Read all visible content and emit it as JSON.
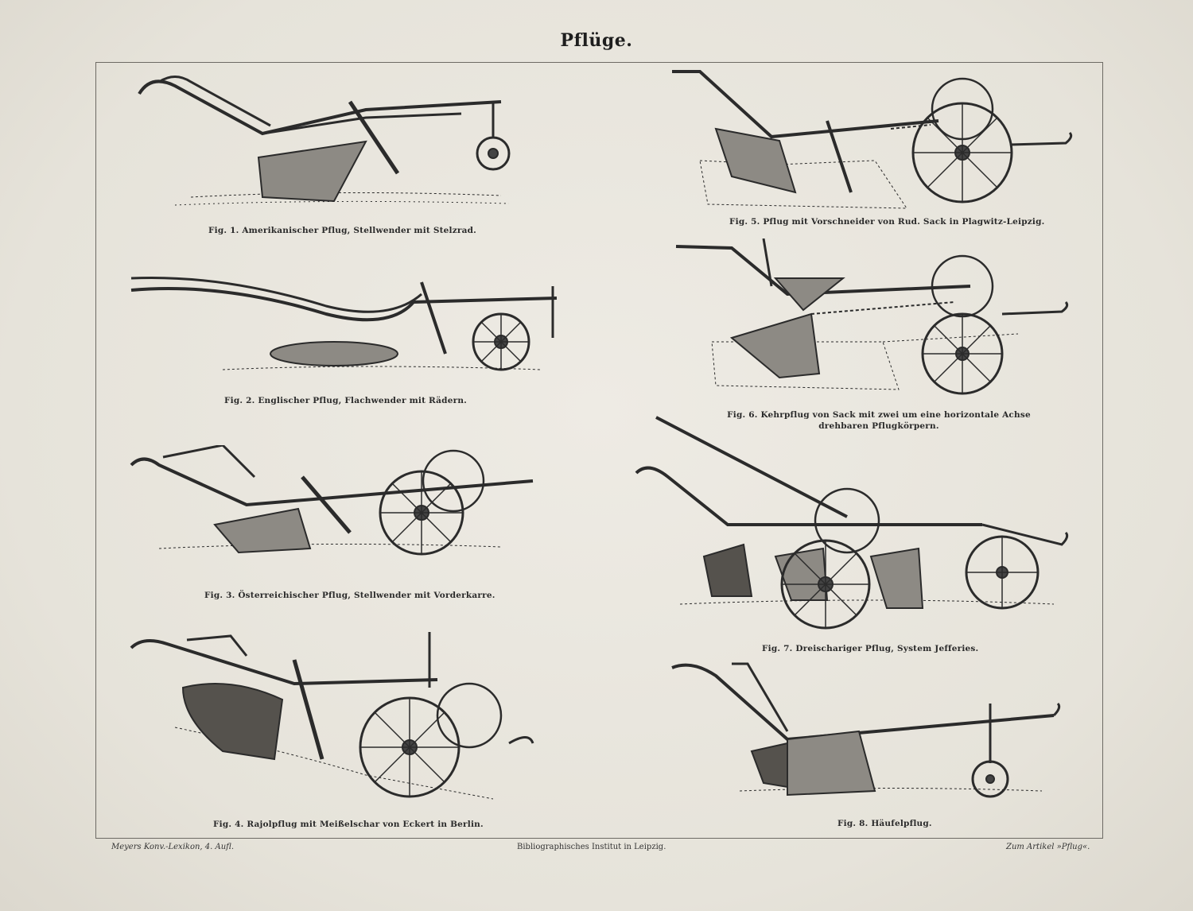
{
  "title": "Pflüge.",
  "figures": [
    {
      "caption": "Fig. 1.  Amerikanischer Pflug, Stellwender mit Stelzrad."
    },
    {
      "caption": "Fig. 2.  Englischer Pflug, Flachwender mit Rädern."
    },
    {
      "caption": "Fig. 3.  Österreichischer Pflug, Stellwender mit Vorderkarre."
    },
    {
      "caption": "Fig. 4.  Rajolpflug mit Meißelschar von Eckert in Berlin."
    },
    {
      "caption": "Fig. 5.  Pflug mit Vorschneider von Rud. Sack in Plagwitz-Leipzig."
    },
    {
      "caption": "Fig. 6.  Kehrpflug von Sack mit zwei um eine horizontale Achse drehbaren Pflugkörpern."
    },
    {
      "caption": "Fig. 7.  Dreischariger Pflug, System Jefferies."
    },
    {
      "caption": "Fig. 8.  Häufelpflug."
    }
  ],
  "footer": {
    "left": "Meyers Konv.-Lexikon, 4. Aufl.",
    "center": "Bibliographisches Institut in Leipzig.",
    "right": "Zum Artikel »Pflug«."
  }
}
